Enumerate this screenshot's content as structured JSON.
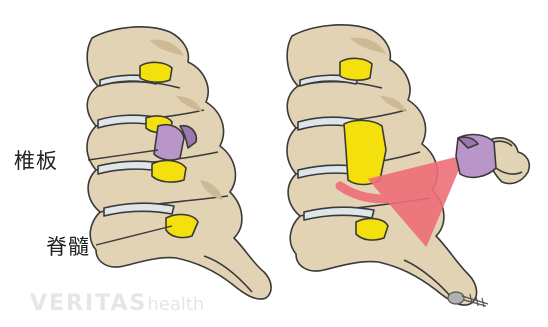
{
  "labels": {
    "lamina": "椎板",
    "spinal_cord": "脊髓"
  },
  "watermark": {
    "brand": "VERITAS",
    "suffix": "health"
  },
  "colors": {
    "bone": "#e3d3b5",
    "bone_shadow": "#cdb993",
    "outline": "#3a3a3a",
    "cord": "#f3e00c",
    "lamina": "#b995c9",
    "disc": "#dfe6ea",
    "arrow": "#ee6f78",
    "screw": "#b0b0b0"
  }
}
